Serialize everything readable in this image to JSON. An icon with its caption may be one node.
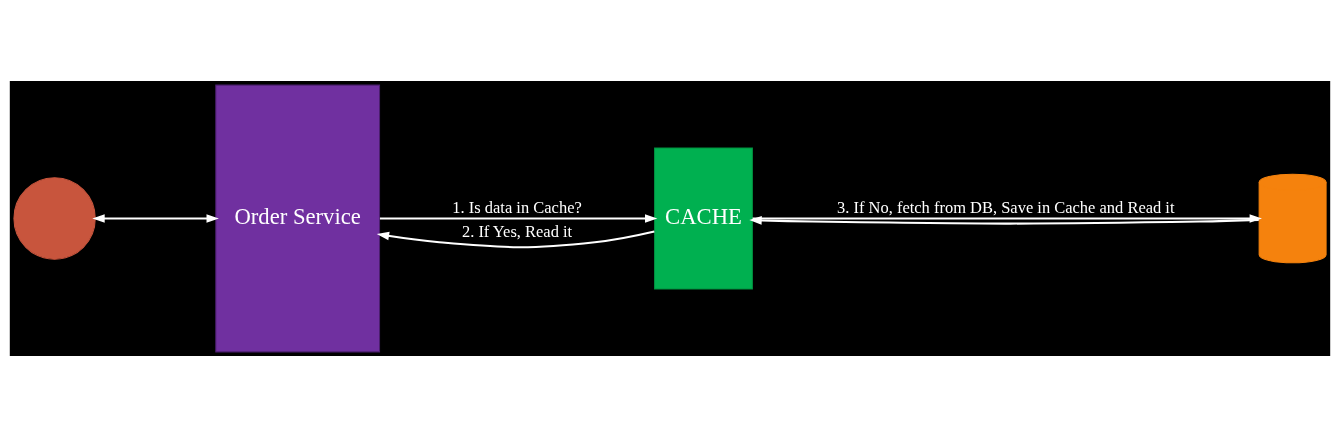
{
  "diagram": {
    "nodes": [
      {
        "text": [],
        "shape": "person"
      },
      {
        "text": [
          "Order Service"
        ]
      },
      {
        "text": [
          "CACHE"
        ]
      },
      {
        "text": [],
        "shape": "cylinder"
      }
    ],
    "edges": [
      {
        "from": 0,
        "to": 1,
        "arrow": "both"
      },
      {
        "from": 1,
        "to": 2,
        "arrow": "to",
        "label": "1. Is data in Cache?"
      },
      {
        "from": 2,
        "to": 1,
        "arrow": "to",
        "label": "2. If Yes, Read it"
      },
      {
        "from": 2,
        "to": 3,
        "arrow": "to",
        "label": "3. If No, fetch from DB, Save in Cache and Read it"
      },
      {
        "from": 3,
        "to": 2,
        "arrow": "to"
      }
    ]
  }
}
